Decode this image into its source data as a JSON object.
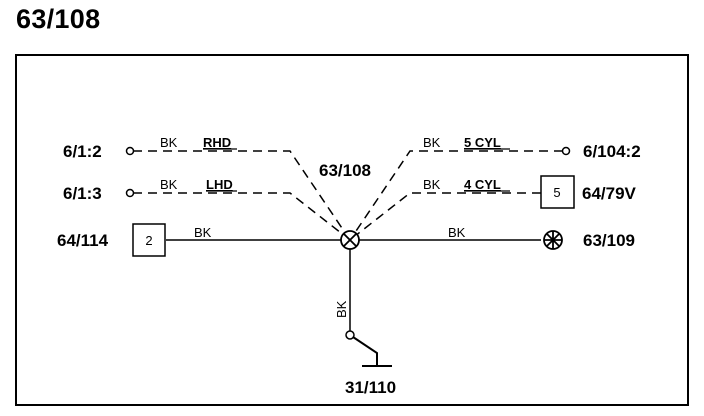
{
  "title": "63/108",
  "diagram": {
    "frame_color": "#000000",
    "center_label": "63/108",
    "nodes": {
      "top_left": "6/1:2",
      "mid_left": "6/1:3",
      "left": "64/114",
      "left_box": "2",
      "top_right": "6/104:2",
      "mid_right": "64/79V",
      "mid_right_box": "5",
      "right": "63/109",
      "ground": "31/110"
    },
    "wires": {
      "top_left_color": "BK",
      "top_left_variant": "RHD",
      "mid_left_color": "BK",
      "mid_left_variant": "LHD",
      "left_color": "BK",
      "top_right_color": "BK",
      "top_right_variant": "5 CYL",
      "mid_right_color": "BK",
      "mid_right_variant": "4 CYL",
      "right_color": "BK",
      "ground_color": "BK"
    }
  }
}
